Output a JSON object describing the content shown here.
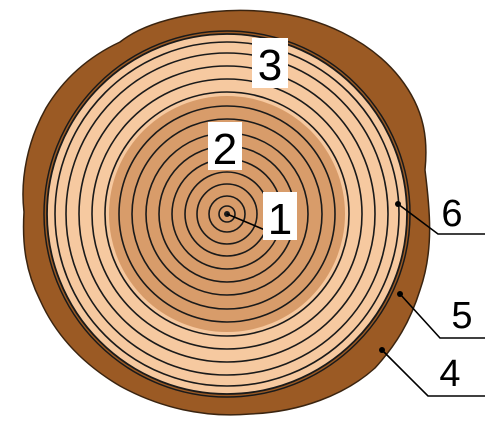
{
  "diagram": {
    "colors": {
      "bark": "#9b5a24",
      "bark_outline": "#3a2410",
      "sapwood": "#f6c9a0",
      "heartwood": "#d89c6a",
      "ring_line": "#1a1a1a",
      "label_background": "#ffffff"
    },
    "parts": {
      "label_1": "1",
      "label_2": "2",
      "label_3": "3",
      "label_4": "4",
      "label_5": "5",
      "label_6": "6"
    }
  }
}
